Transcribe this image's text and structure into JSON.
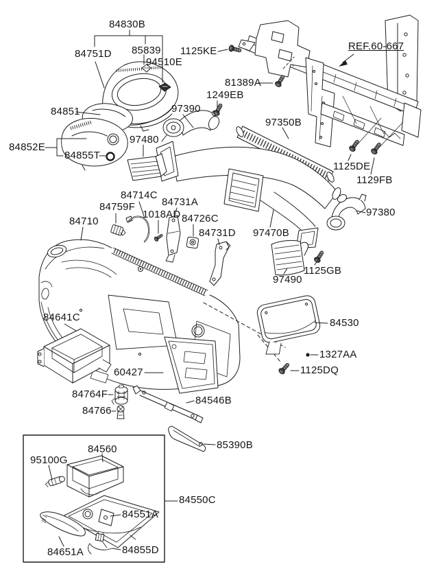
{
  "diagram": {
    "background": "#ffffff",
    "line_color": "#1c1c1c",
    "callouts": [
      {
        "text": "84830B"
      },
      {
        "text": "84751D"
      },
      {
        "text": "85839"
      },
      {
        "text": "94510E"
      },
      {
        "text": "1125KE"
      },
      {
        "text": "REF.60-667",
        "underlined": true
      },
      {
        "text": "81389A"
      },
      {
        "text": "1249EB"
      },
      {
        "text": "84851"
      },
      {
        "text": "97390"
      },
      {
        "text": "97350B"
      },
      {
        "text": "84852E"
      },
      {
        "text": "84855T"
      },
      {
        "text": "97480"
      },
      {
        "text": "1125DE"
      },
      {
        "text": "1129FB"
      },
      {
        "text": "84714C"
      },
      {
        "text": "84759F"
      },
      {
        "text": "84731A"
      },
      {
        "text": "1018AD"
      },
      {
        "text": "84726C"
      },
      {
        "text": "84710"
      },
      {
        "text": "84731D"
      },
      {
        "text": "97470B"
      },
      {
        "text": "97380"
      },
      {
        "text": "97490"
      },
      {
        "text": "1125GB"
      },
      {
        "text": "84641C"
      },
      {
        "text": "84530"
      },
      {
        "text": "1327AA"
      },
      {
        "text": "1125DQ"
      },
      {
        "text": "60427"
      },
      {
        "text": "84764F"
      },
      {
        "text": "84766"
      },
      {
        "text": "84546B"
      },
      {
        "text": "85390B"
      },
      {
        "text": "84560"
      },
      {
        "text": "95100G"
      },
      {
        "text": "84550C"
      },
      {
        "text": "84551A"
      },
      {
        "text": "84651A"
      },
      {
        "text": "84855D"
      }
    ]
  }
}
